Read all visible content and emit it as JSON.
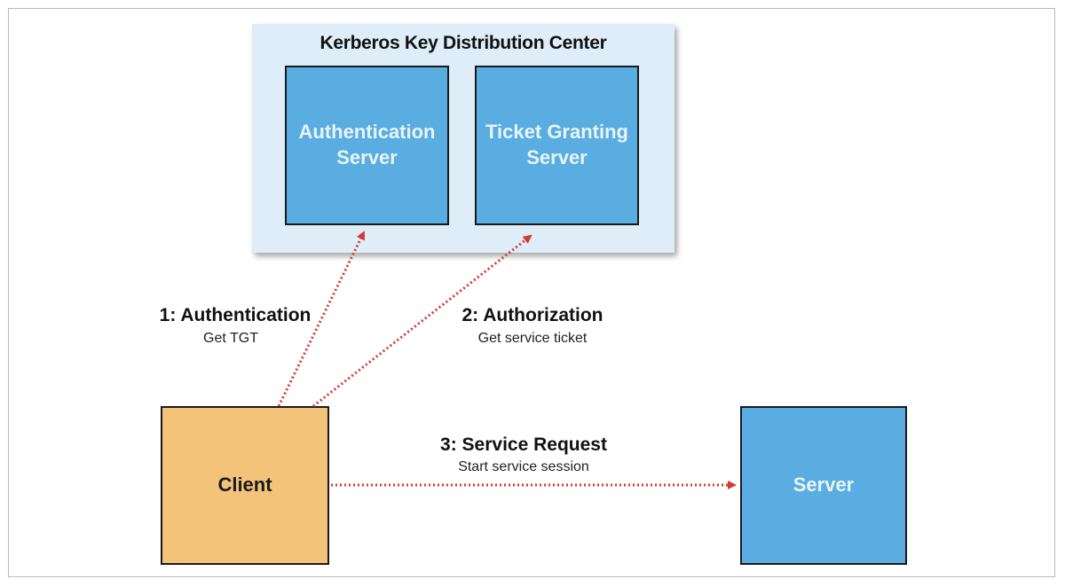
{
  "kdc": {
    "title": "Kerberos Key Distribution Center",
    "authentication_server": "Authentication\nServer",
    "ticket_granting_server": "Ticket Granting\nServer"
  },
  "client": {
    "label": "Client"
  },
  "server": {
    "label": "Server"
  },
  "steps": [
    {
      "title": "1: Authentication",
      "subtitle": "Get TGT"
    },
    {
      "title": "2: Authorization",
      "subtitle": "Get service ticket"
    },
    {
      "title": "3: Service Request",
      "subtitle": "Start service session"
    }
  ],
  "colors": {
    "kdc_background": "#deedf7",
    "server_box": "#5aade0",
    "client_box": "#f4c37a",
    "arrow": "#d23a32"
  }
}
